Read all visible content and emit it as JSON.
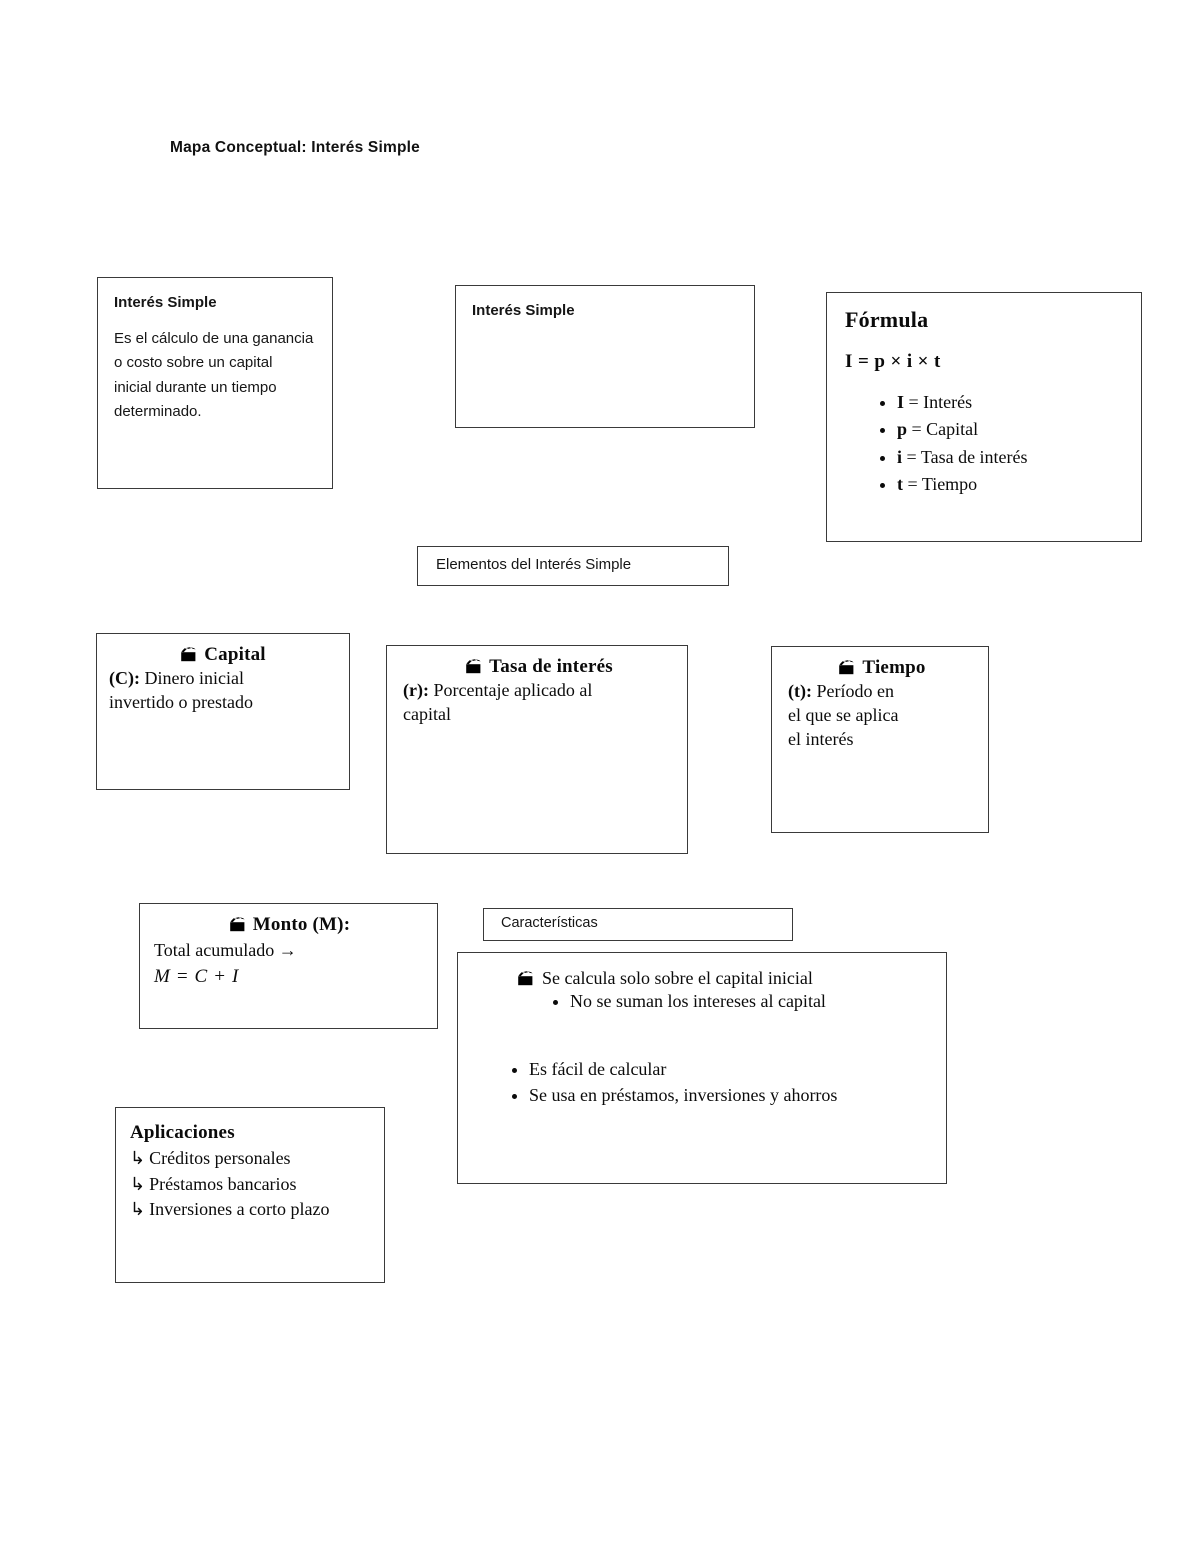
{
  "document": {
    "title": "Mapa Conceptual: Interés Simple"
  },
  "nodes": {
    "definition": {
      "heading": "Interés Simple",
      "body": "Es el cálculo de una ganancia o costo sobre un capital inicial durante un tiempo determinado."
    },
    "central": {
      "heading": "Interés Simple"
    },
    "formula": {
      "title": "Fórmula",
      "equation": "I = p × i × t",
      "legend": [
        {
          "symbol": "I",
          "separator": " = ",
          "meaning": "Interés"
        },
        {
          "symbol": "p",
          "separator": " = ",
          "meaning": "Capital"
        },
        {
          "symbol": "i",
          "separator": " = ",
          "meaning": "Tasa de interés"
        },
        {
          "symbol": "t",
          "separator": " = ",
          "meaning": "Tiempo"
        }
      ]
    },
    "elementos_label": {
      "heading": "Elementos del Interés Simple"
    },
    "capital": {
      "icon": "clapperboard-icon",
      "title": "Capital",
      "code": "(C):",
      "body": " Dinero inicial invertido o prestado"
    },
    "tasa": {
      "icon": "clapperboard-icon",
      "title": "Tasa de interés",
      "code": "(r):",
      "body": " Porcentaje aplicado al capital"
    },
    "tiempo": {
      "icon": "clapperboard-icon",
      "title": "Tiempo",
      "code": "(t):",
      "body": " Período en el que se aplica el interés"
    },
    "monto": {
      "icon": "clapperboard-icon",
      "title": "Monto (M):",
      "line": "Total acumulado →",
      "equation": "M = C + I"
    },
    "caracteristicas_label": {
      "heading": "Características"
    },
    "caracteristicas": {
      "icon": "clapperboard-icon",
      "first": "Se calcula solo sobre el capital inicial",
      "sub_items": [
        "No se suman los intereses al capital"
      ],
      "items": [
        "Es fácil de calcular",
        "Se usa en préstamos, inversiones y ahorros"
      ]
    },
    "aplicaciones": {
      "title": "Aplicaciones",
      "arrow": "↳",
      "items": [
        "Créditos personales",
        "Préstamos bancarios",
        "Inversiones a corto plazo"
      ]
    }
  },
  "colors": {
    "page_background": "#ffffff",
    "text": "#000000",
    "box_border": "#3a3a3a"
  }
}
